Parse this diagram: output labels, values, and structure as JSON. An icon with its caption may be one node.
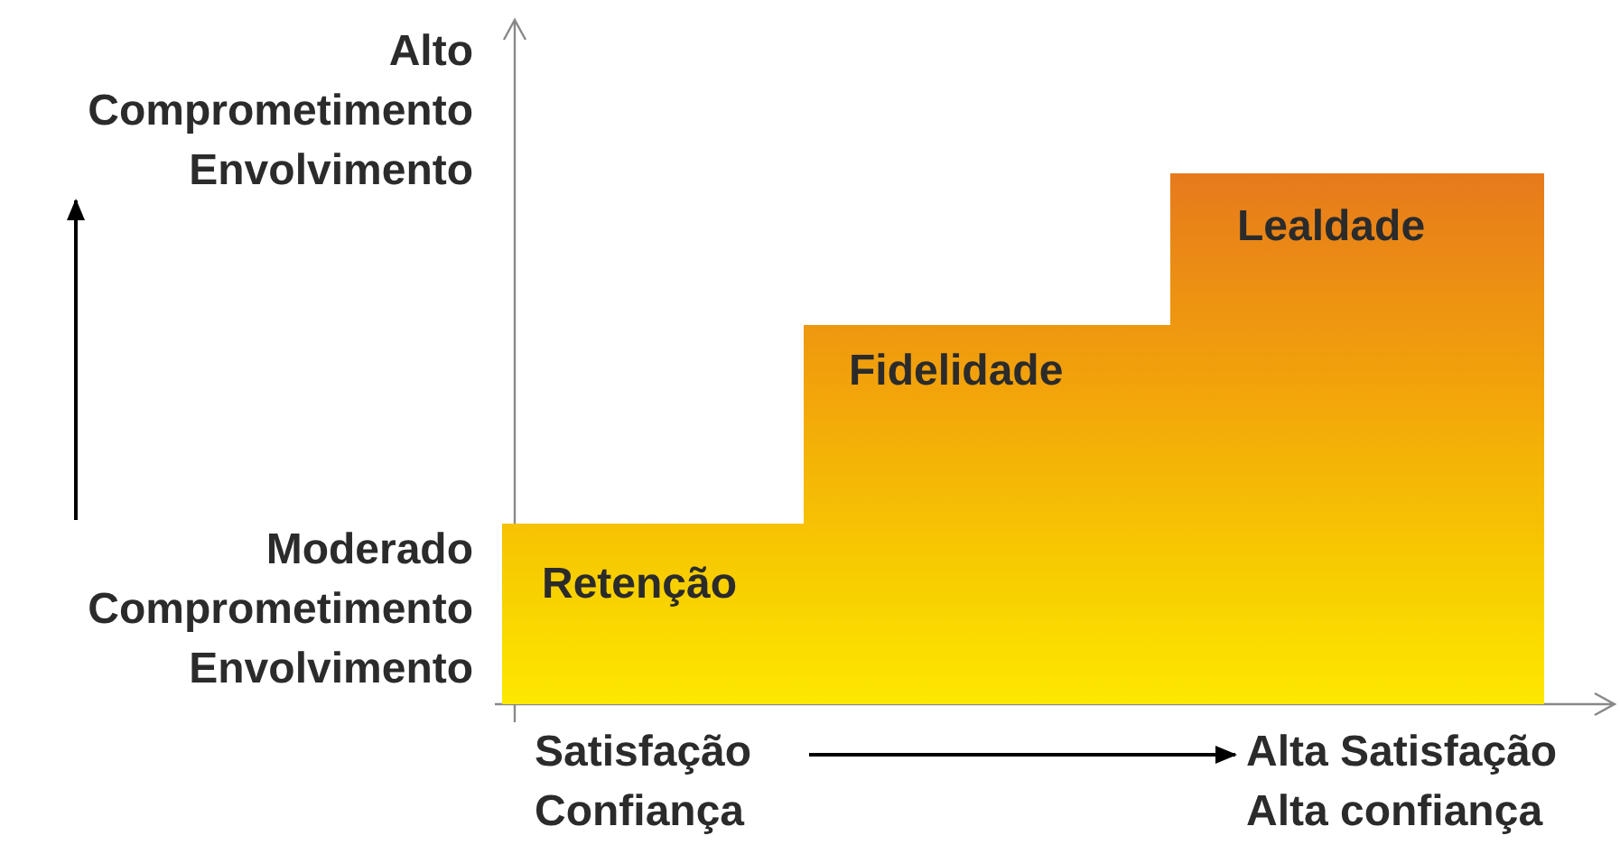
{
  "diagram": {
    "nodes": [
      {
        "text": [
          "Alto Comprometimento Envolvimento"
        ]
      },
      {
        "text": [
          "Moderado Comprometimento Envolvimento"
        ]
      },
      {
        "text": [
          "Retenção"
        ]
      },
      {
        "text": [
          "Fidelidade"
        ]
      },
      {
        "text": [
          "Lealdade"
        ]
      },
      {
        "text": [
          "Satisfação Confiança"
        ]
      },
      {
        "text": [
          "Alta Satisfação Alta confiança"
        ]
      }
    ],
    "edges": [
      {
        "from": 1,
        "to": 0,
        "arrow": "to"
      },
      {
        "from": 5,
        "to": 6,
        "arrow": "to"
      }
    ]
  }
}
